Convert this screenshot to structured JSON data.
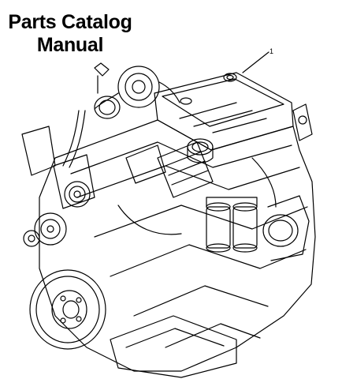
{
  "document": {
    "title_line1": "Parts Catalog",
    "title_line2": "Manual",
    "callout_number": "1"
  },
  "figure": {
    "icon": "engine-exploded-view-icon",
    "stroke_color": "#000000",
    "background_color": "#ffffff"
  }
}
